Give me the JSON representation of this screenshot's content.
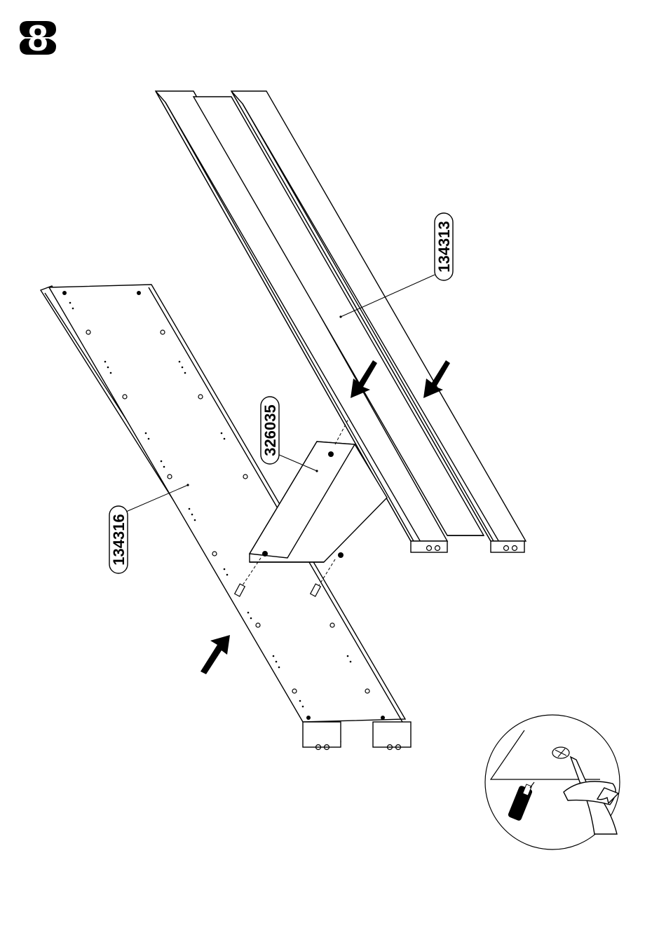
{
  "step": {
    "number": "8"
  },
  "parts": {
    "rail_top": "134313",
    "panel": "326035",
    "rail_bottom": "134316"
  },
  "icons": {
    "step_badge": "step-number-badge",
    "arrow": "black-arrow-icon",
    "screw": "screw-icon",
    "screwdriver": "screwdriver-icon",
    "rotate": "rotate-clockwise-icon"
  },
  "colors": {
    "ink": "#000000",
    "paper": "#ffffff"
  }
}
